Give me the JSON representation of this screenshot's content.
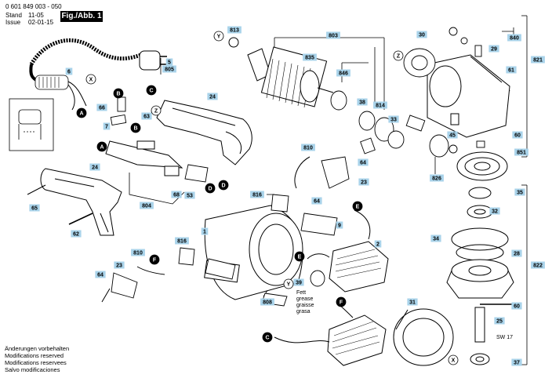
{
  "header": {
    "doc_number": "0 601 849 003 - 050",
    "stand_label": "Stand",
    "stand_value": "11-05",
    "issue_label": "Issue",
    "issue_value": "02-01-15",
    "figure_label": "Fig./Abb. 1"
  },
  "footer": {
    "lines": [
      "Änderungen vorbehalten",
      "Modifications reserved",
      "Modifications reservees",
      "Salvo modificaciones"
    ]
  },
  "annotations": {
    "grease": [
      "Fett",
      "grease",
      "graisse",
      "grasa"
    ],
    "sw": "SW 17"
  },
  "part_labels": [
    "813",
    "803",
    "30",
    "840",
    "821",
    "5",
    "805",
    "835",
    "29",
    "6",
    "846",
    "61",
    "66",
    "63",
    "38",
    "814",
    "7",
    "24",
    "33",
    "60",
    "851",
    "45",
    "810",
    "64",
    "23",
    "826",
    "816",
    "35",
    "32",
    "34",
    "28",
    "822",
    "2",
    "9",
    "1",
    "816",
    "810",
    "23",
    "64",
    "808",
    "39",
    "31",
    "60",
    "25",
    "37",
    "24",
    "65",
    "62",
    "68",
    "804",
    "53",
    "64"
  ],
  "callouts": [
    "Y",
    "Z",
    "X",
    "B",
    "B",
    "A",
    "C",
    "D",
    "D",
    "A",
    "E",
    "E",
    "F",
    "F",
    "C",
    "Y",
    "X",
    "Z"
  ],
  "colors": {
    "label_fill": "#a9d3ea",
    "line": "#000000"
  }
}
